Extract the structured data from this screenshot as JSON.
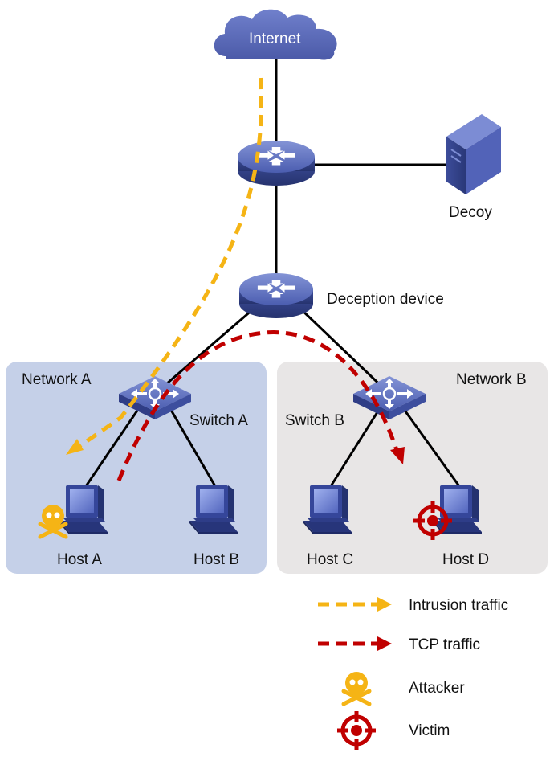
{
  "nodes": {
    "internet": "Internet",
    "decoy": "Decoy",
    "deception_device": "Deception device",
    "network_a": "Network A",
    "network_b": "Network B",
    "switch_a": "Switch A",
    "switch_b": "Switch B",
    "host_a": "Host A",
    "host_b": "Host B",
    "host_c": "Host C",
    "host_d": "Host D"
  },
  "legend": {
    "intrusion": "Intrusion traffic",
    "tcp": "TCP traffic",
    "attacker": "Attacker",
    "victim": "Victim"
  },
  "colors": {
    "intrusion": "#F5B415",
    "tcp": "#C00000",
    "network_a_bg": "#C5D0E8",
    "network_b_bg": "#E8E6E6",
    "device_blue": "#4A5DAE",
    "cloud": "#5A6AB8"
  },
  "icons": {
    "internet": "cloud-icon",
    "router": "router-icon",
    "decoy": "server-icon",
    "switch": "switch-icon",
    "host": "computer-icon",
    "attacker": "skull-crossbones-icon",
    "victim": "target-icon"
  }
}
